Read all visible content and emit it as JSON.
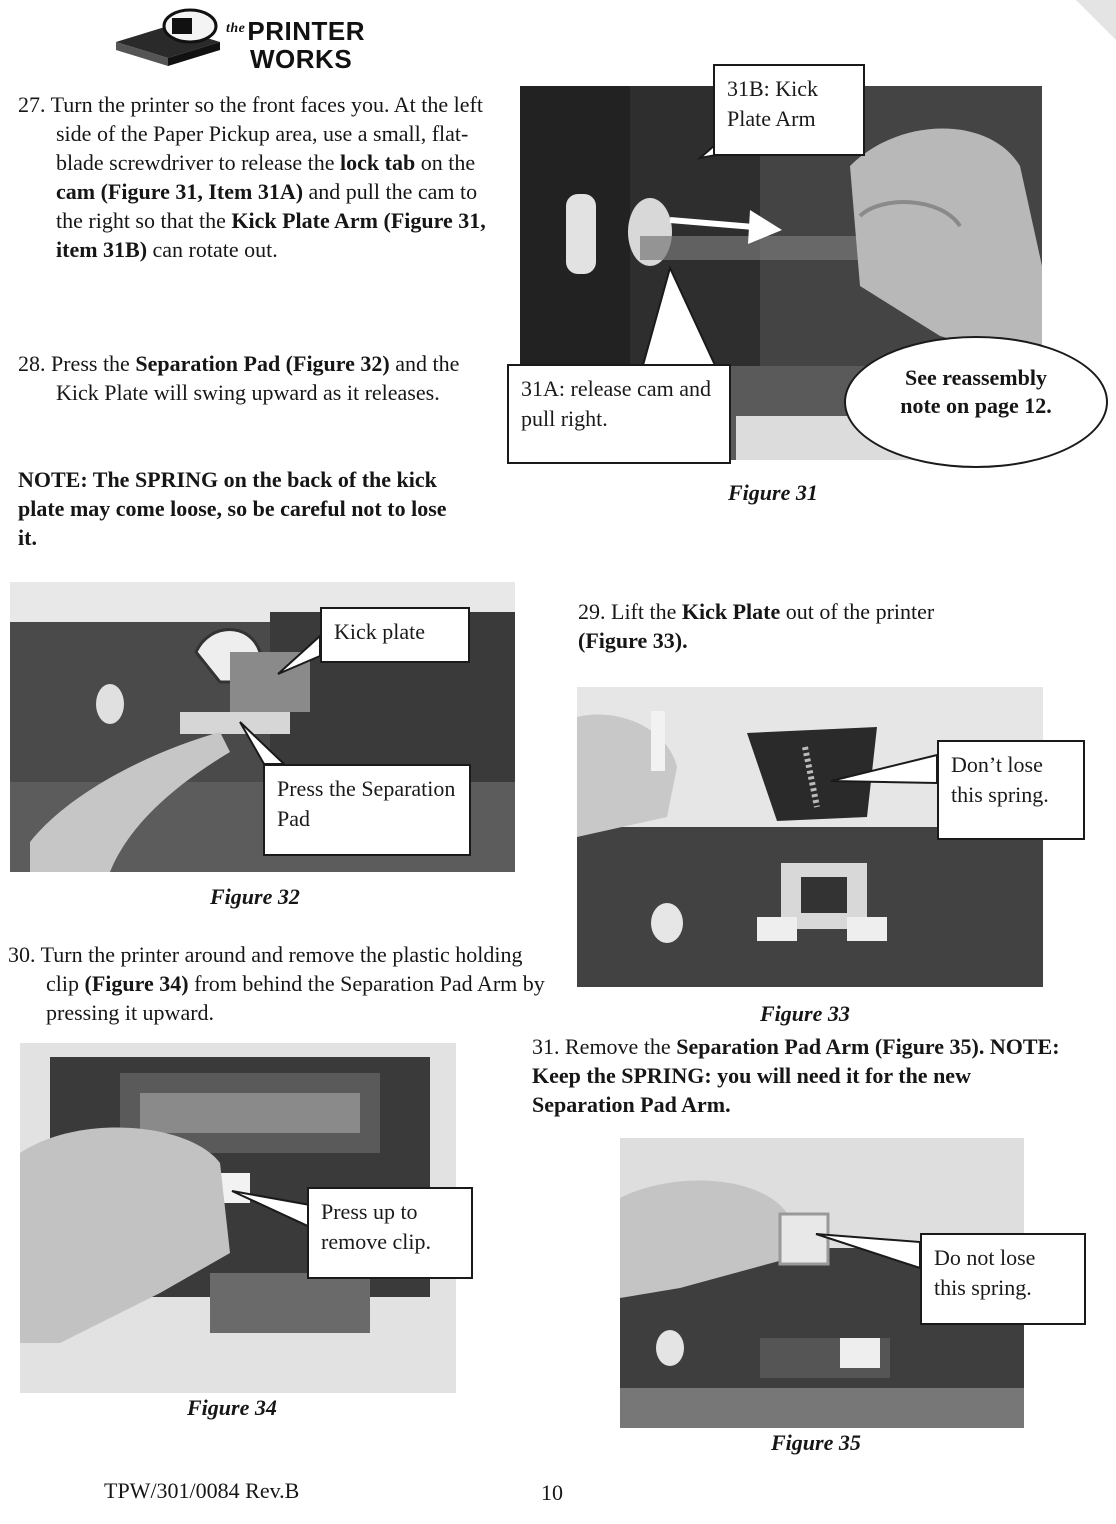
{
  "logo": {
    "the": "the",
    "line1": "PRINTER",
    "line2": "WORKS"
  },
  "step27": {
    "num": "27.",
    "t1": " Turn the printer so the front faces you. At the left side of the Paper Pickup area, use a small, flat-blade screwdriver to release the ",
    "b1": "lock tab",
    "t2": " on the ",
    "b2": "cam (Figure 31, Item 31A)",
    "t3": " and pull the cam to the right so that the ",
    "b3": "Kick Plate Arm (Figure 31, item 31B)",
    "t4": " can rotate out."
  },
  "step28": {
    "num": "28.",
    "t1": " Press the ",
    "b1": "Separation Pad (Figure 32)",
    "t2": " and the Kick Plate will swing upward as it releases."
  },
  "note1": "NOTE: The SPRING on the back of the kick plate may come loose, so be careful not to lose it.",
  "fig31": {
    "callout_31b": "31B: Kick Plate Arm",
    "callout_31a": "31A: release cam and pull right.",
    "oval": "See reassembly note on page 12.",
    "caption": "Figure 31"
  },
  "fig32": {
    "callout_kick": "Kick plate",
    "callout_press": "Press the Separation Pad",
    "caption": "Figure 32"
  },
  "step29": {
    "num": "29.",
    "t1": " Lift the ",
    "b1": "Kick Plate",
    "t2": " out of the printer ",
    "b2": "(Figure 33)."
  },
  "fig33": {
    "callout": "Don’t lose this spring.",
    "caption": "Figure 33"
  },
  "step30": {
    "num": "30.",
    "t1": " Turn the printer around and remove the plastic holding clip ",
    "b1": "(Figure 34)",
    "t2": " from behind the Separation Pad Arm by pressing it upward."
  },
  "fig34": {
    "callout": "Press up to remove clip.",
    "caption": "Figure 34"
  },
  "step31": {
    "num": "31.",
    "t1": "  Remove the ",
    "b1": "Separation Pad Arm (Figure 35). NOTE: Keep the SPRING: you will need it for the new Separation Pad Arm."
  },
  "fig35": {
    "callout": "Do not lose this spring.",
    "caption": "Figure 35"
  },
  "footer": {
    "doc_id": "TPW/301/0084 Rev.B",
    "page": "10"
  }
}
